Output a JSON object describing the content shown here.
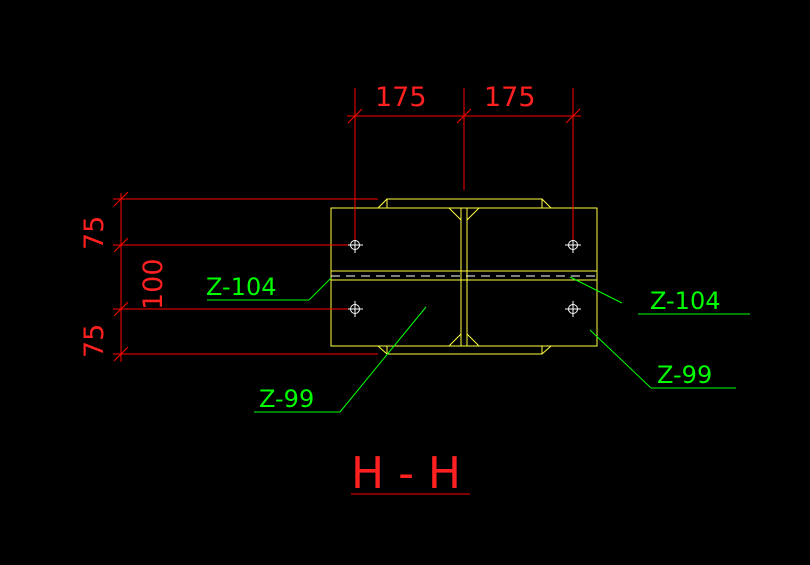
{
  "colors": {
    "background": "#000000",
    "dimension": "#ff0000",
    "plate": "#ffff40",
    "leader": "#00ff00",
    "bolt": "#ffffff"
  },
  "dimensions": {
    "top_left": "175",
    "top_right": "175",
    "left_top": "75",
    "left_middle": "100",
    "left_bottom": "75"
  },
  "labels": {
    "z104_left": "Z-104",
    "z104_right": "Z-104",
    "z99_left": "Z-99",
    "z99_right": "Z-99"
  },
  "section_title": "H - H"
}
